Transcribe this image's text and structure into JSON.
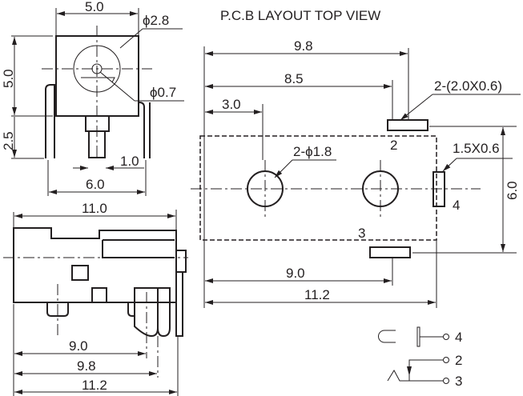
{
  "title": "P.C.B LAYOUT TOP VIEW",
  "front_view": {
    "width": "5.0",
    "hole_dia": "ϕ2.8",
    "pin_dia": "ϕ0.7",
    "height": "5.0",
    "lead_len": "2.5",
    "pin_width": "1.0",
    "lead_span": "6.0"
  },
  "side_view": {
    "length": "11.0",
    "dim_a": "9.0",
    "dim_b": "9.8",
    "dim_c": "11.2"
  },
  "pcb_layout": {
    "dim_98": "9.8",
    "dim_85": "8.5",
    "dim_30": "3.0",
    "pad_top": "2-(2.0X0.6)",
    "pad_top_num": "2",
    "holes": "2-ϕ1.8",
    "pad_right": "1.5X0.6",
    "pad_right_num": "4",
    "pad_bottom_num": "3",
    "height": "6.0",
    "dim_90": "9.0",
    "dim_112": "11.2"
  },
  "schematic": {
    "pin4": "4",
    "pin2": "2",
    "pin3": "3"
  }
}
